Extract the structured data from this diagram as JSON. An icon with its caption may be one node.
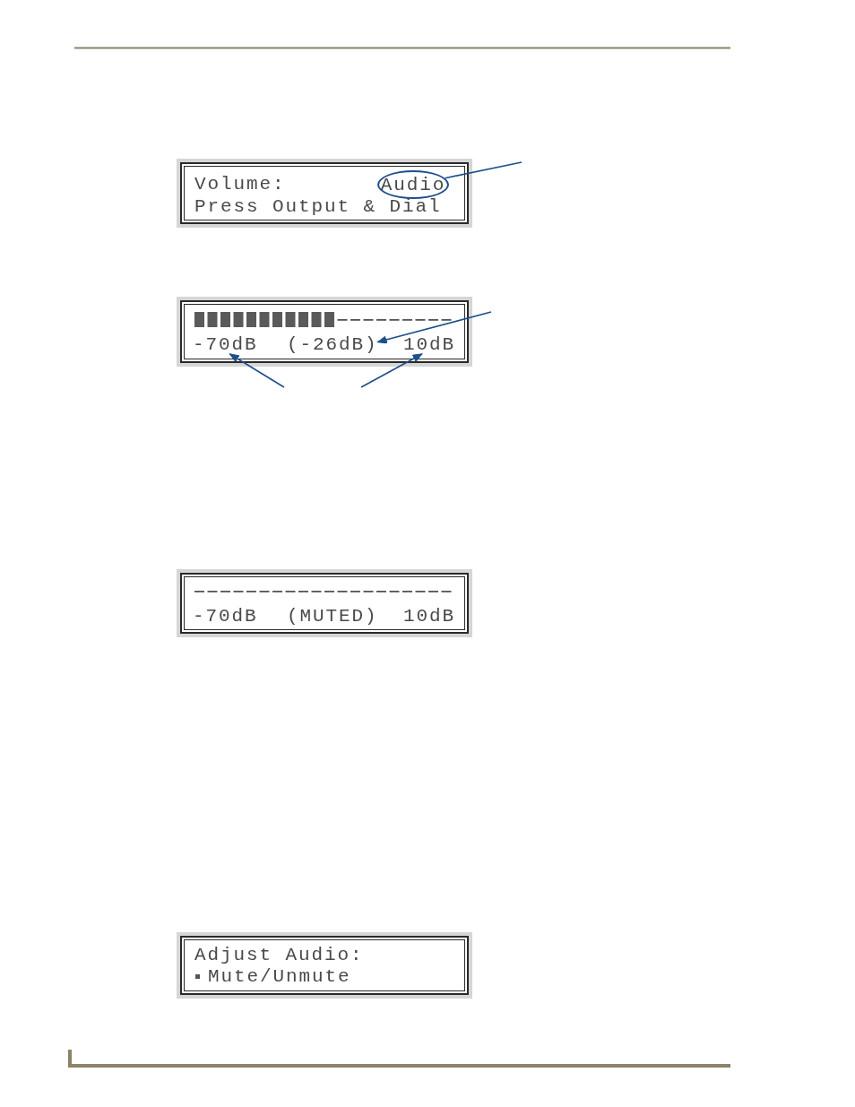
{
  "diagram": {
    "nodes": [
      {
        "text": [],
        "shape": "box"
      },
      {
        "text": [
          "Volume:"
        ],
        "in": 0
      },
      {
        "text": [
          "Audio"
        ],
        "in": 0
      },
      {
        "text": [
          "Press Output & Dial"
        ],
        "in": 0
      },
      {
        "text": [],
        "shape": "box"
      },
      {
        "text": [
          "-70dB"
        ],
        "in": 4
      },
      {
        "text": [
          "(-26dB)"
        ],
        "in": 4
      },
      {
        "text": [
          "10dB"
        ],
        "in": 4
      },
      {
        "text": [],
        "shape": "box"
      },
      {
        "text": [
          "-70dB"
        ],
        "in": 8
      },
      {
        "text": [
          "(MUTED)"
        ],
        "in": 8
      },
      {
        "text": [
          "10dB"
        ],
        "in": 8
      },
      {
        "text": [],
        "shape": "box"
      },
      {
        "text": [
          "Adjust Audio:"
        ],
        "in": 12
      },
      {
        "text": [
          "Mute/Unmute"
        ],
        "in": 12
      }
    ],
    "edges": [
      {
        "from": null,
        "to": 2,
        "arrow": "none"
      },
      {
        "from": null,
        "to": 6,
        "arrow": "to"
      },
      {
        "from": null,
        "to": 5,
        "arrow": "to"
      },
      {
        "from": null,
        "to": 7,
        "arrow": "to"
      }
    ]
  }
}
